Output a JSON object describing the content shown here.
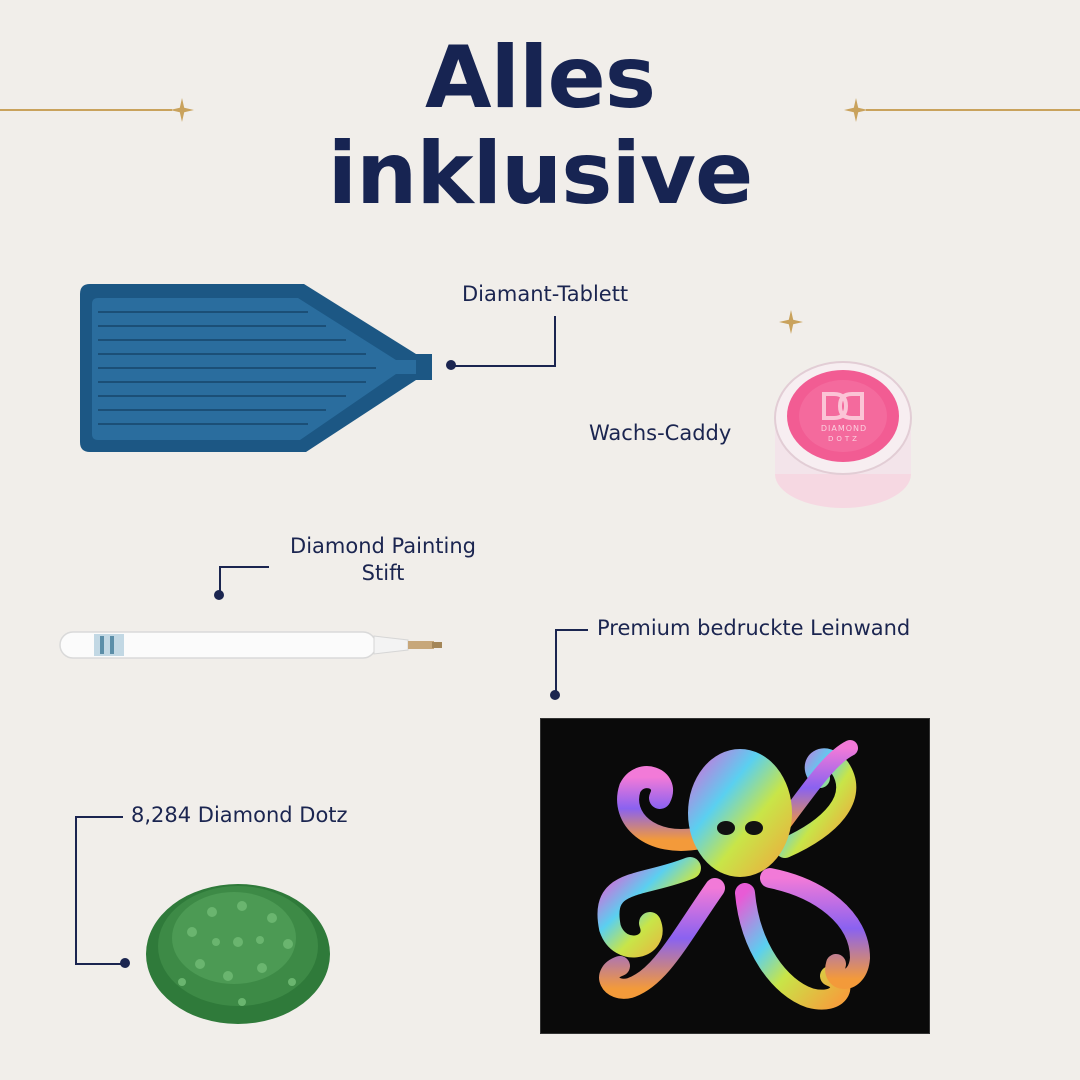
{
  "header": {
    "title_line1": "Alles",
    "title_line2": "inklusive"
  },
  "items": {
    "tray": {
      "label": "Diamant-Tablett"
    },
    "wax": {
      "label": "Wachs-Caddy",
      "lid_brand_top": "DIAMOND",
      "lid_brand_bottom": "DOTZ"
    },
    "pen": {
      "label_line1": "Diamond Painting",
      "label_line2": "Stift"
    },
    "canvas": {
      "label": "Premium bedruckte Leinwand"
    },
    "dotz": {
      "label": "8,284 Diamond Dotz"
    }
  },
  "colors": {
    "background": "#f1eeea",
    "navy": "#172452",
    "gold": "#c9a25c",
    "tray_blue": "#1f5d8c",
    "wax_pink": "#f0508c",
    "dotz_green": "#3d8a46"
  }
}
